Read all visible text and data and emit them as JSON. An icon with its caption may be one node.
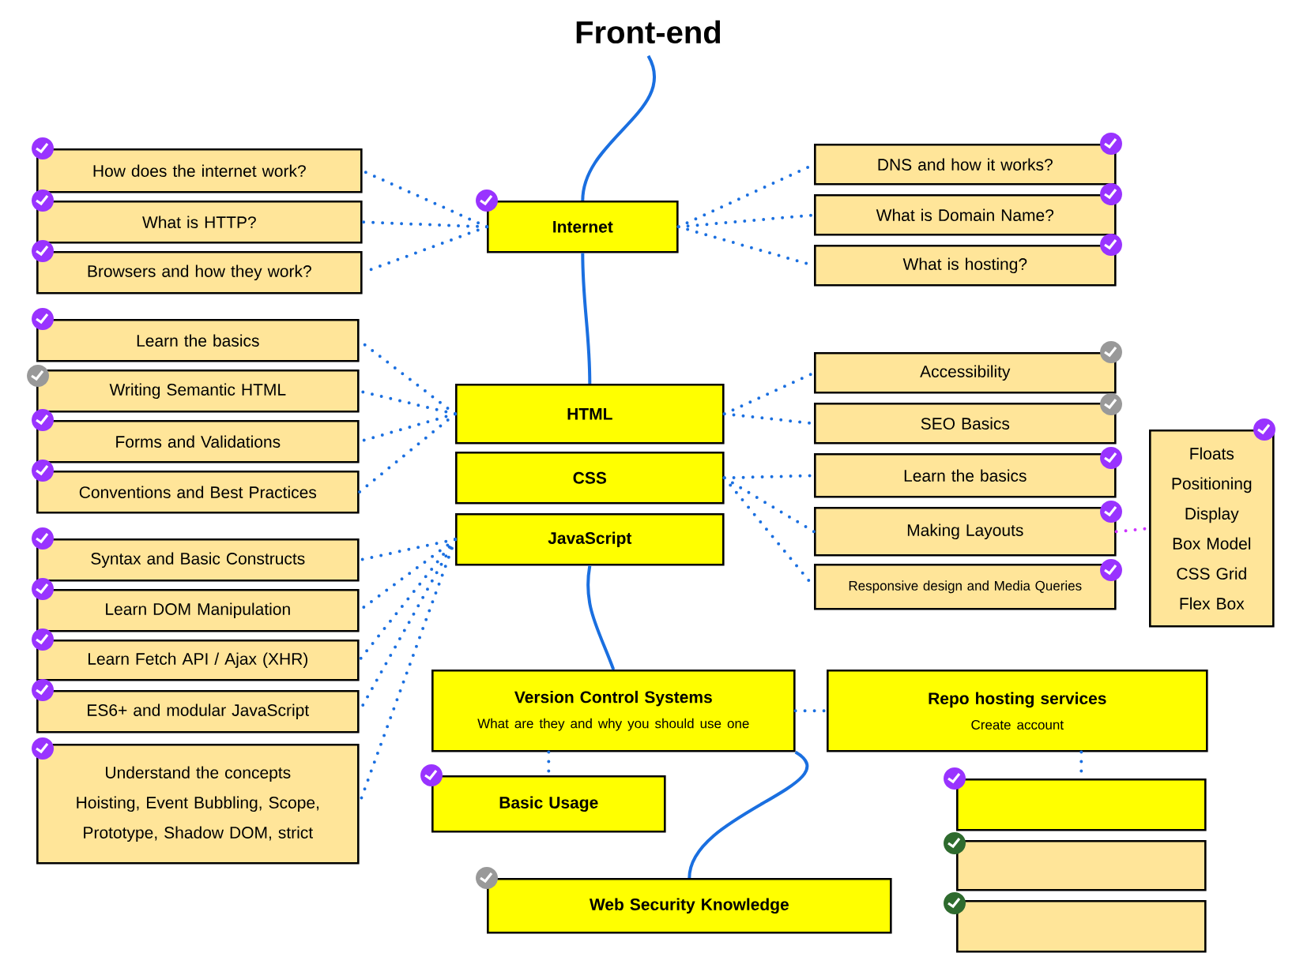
{
  "diagram": {
    "nodes": [
      {
        "text": [
          "Front-end"
        ]
      },
      {
        "text": [
          "Internet"
        ]
      },
      {
        "text": [
          "How does the internet work?"
        ]
      },
      {
        "text": [
          "What is HTTP?"
        ]
      },
      {
        "text": [
          "Browsers and how they work?"
        ]
      },
      {
        "text": [
          "DNS and how it works?"
        ]
      },
      {
        "text": [
          "What is Domain Name?"
        ]
      },
      {
        "text": [
          "What is hosting?"
        ]
      },
      {
        "text": [
          "HTML"
        ]
      },
      {
        "text": [
          "CSS"
        ]
      },
      {
        "text": [
          "JavaScript"
        ]
      },
      {
        "text": [
          "Learn the basics"
        ]
      },
      {
        "text": [
          "Writing Semantic HTML"
        ]
      },
      {
        "text": [
          "Forms and Validations"
        ]
      },
      {
        "text": [
          "Conventions and Best Practices"
        ]
      },
      {
        "text": [
          "Accessibility"
        ]
      },
      {
        "text": [
          "SEO Basics"
        ]
      },
      {
        "text": [
          "Learn the basics"
        ]
      },
      {
        "text": [
          "Making Layouts"
        ]
      },
      {
        "text": [
          "Responsive design and Media Queries"
        ]
      },
      {
        "text": [
          "Floats",
          "Positioning",
          "Display",
          "Box Model",
          "CSS Grid",
          "Flex Box"
        ]
      },
      {
        "text": [
          "Syntax and Basic Constructs"
        ]
      },
      {
        "text": [
          "Learn DOM Manipulation"
        ]
      },
      {
        "text": [
          "Learn Fetch API / Ajax (XHR)"
        ]
      },
      {
        "text": [
          "ES6+ and modular JavaScript"
        ]
      },
      {
        "text": [
          "Understand the concepts",
          "Hoisting, Event Bubbling, Scope, Prototype, Shadow DOM, strict"
        ]
      },
      {
        "text": [
          "Version Control Systems",
          "What are they and why you should use one"
        ]
      },
      {
        "text": [
          "Repo hosting services",
          "Create account"
        ]
      },
      {
        "text": [
          "Basic Usage"
        ]
      },
      {
        "text": [],
        "shape": "box"
      },
      {
        "text": [],
        "shape": "box"
      },
      {
        "text": [],
        "shape": "box"
      },
      {
        "text": [
          "Web Security Knowledge"
        ]
      }
    ],
    "edges": [
      {
        "from": 0,
        "to": 1,
        "arrow": "none"
      },
      {
        "from": 1,
        "to": 2,
        "arrow": "none",
        "style": "dashed"
      },
      {
        "from": 1,
        "to": 3,
        "arrow": "none",
        "style": "dashed"
      },
      {
        "from": 1,
        "to": 4,
        "arrow": "none",
        "style": "dashed"
      },
      {
        "from": 1,
        "to": 5,
        "arrow": "none",
        "style": "dashed"
      },
      {
        "from": 1,
        "to": 6,
        "arrow": "none",
        "style": "dashed"
      },
      {
        "from": 1,
        "to": 7,
        "arrow": "none",
        "style": "dashed"
      },
      {
        "from": 1,
        "to": 8,
        "arrow": "none"
      },
      {
        "from": 8,
        "to": 11,
        "arrow": "none",
        "style": "dashed"
      },
      {
        "from": 8,
        "to": 12,
        "arrow": "none",
        "style": "dashed"
      },
      {
        "from": 8,
        "to": 13,
        "arrow": "none",
        "style": "dashed"
      },
      {
        "from": 8,
        "to": 14,
        "arrow": "none",
        "style": "dashed"
      },
      {
        "from": 8,
        "to": 15,
        "arrow": "none",
        "style": "dashed"
      },
      {
        "from": 8,
        "to": 16,
        "arrow": "none",
        "style": "dashed"
      },
      {
        "from": 9,
        "to": 17,
        "arrow": "none",
        "style": "dashed"
      },
      {
        "from": 9,
        "to": 18,
        "arrow": "none",
        "style": "dashed"
      },
      {
        "from": 9,
        "to": 19,
        "arrow": "none",
        "style": "dashed"
      },
      {
        "from": 18,
        "to": 20,
        "arrow": "none",
        "style": "dashed",
        "color": "#cc33ff"
      },
      {
        "from": 10,
        "to": 21,
        "arrow": "none",
        "style": "dashed"
      },
      {
        "from": 10,
        "to": 22,
        "arrow": "none",
        "style": "dashed"
      },
      {
        "from": 10,
        "to": 23,
        "arrow": "none",
        "style": "dashed"
      },
      {
        "from": 10,
        "to": 24,
        "arrow": "none",
        "style": "dashed"
      },
      {
        "from": 10,
        "to": 25,
        "arrow": "none",
        "style": "dashed"
      },
      {
        "from": 10,
        "to": 26,
        "arrow": "none"
      },
      {
        "from": 26,
        "to": 28,
        "arrow": "none",
        "style": "dashed"
      },
      {
        "from": 26,
        "to": 27,
        "arrow": "none",
        "style": "dashed"
      },
      {
        "from": 26,
        "to": 32,
        "arrow": "none"
      },
      {
        "from": 27,
        "to": 29,
        "arrow": "none",
        "style": "dashed"
      }
    ]
  }
}
